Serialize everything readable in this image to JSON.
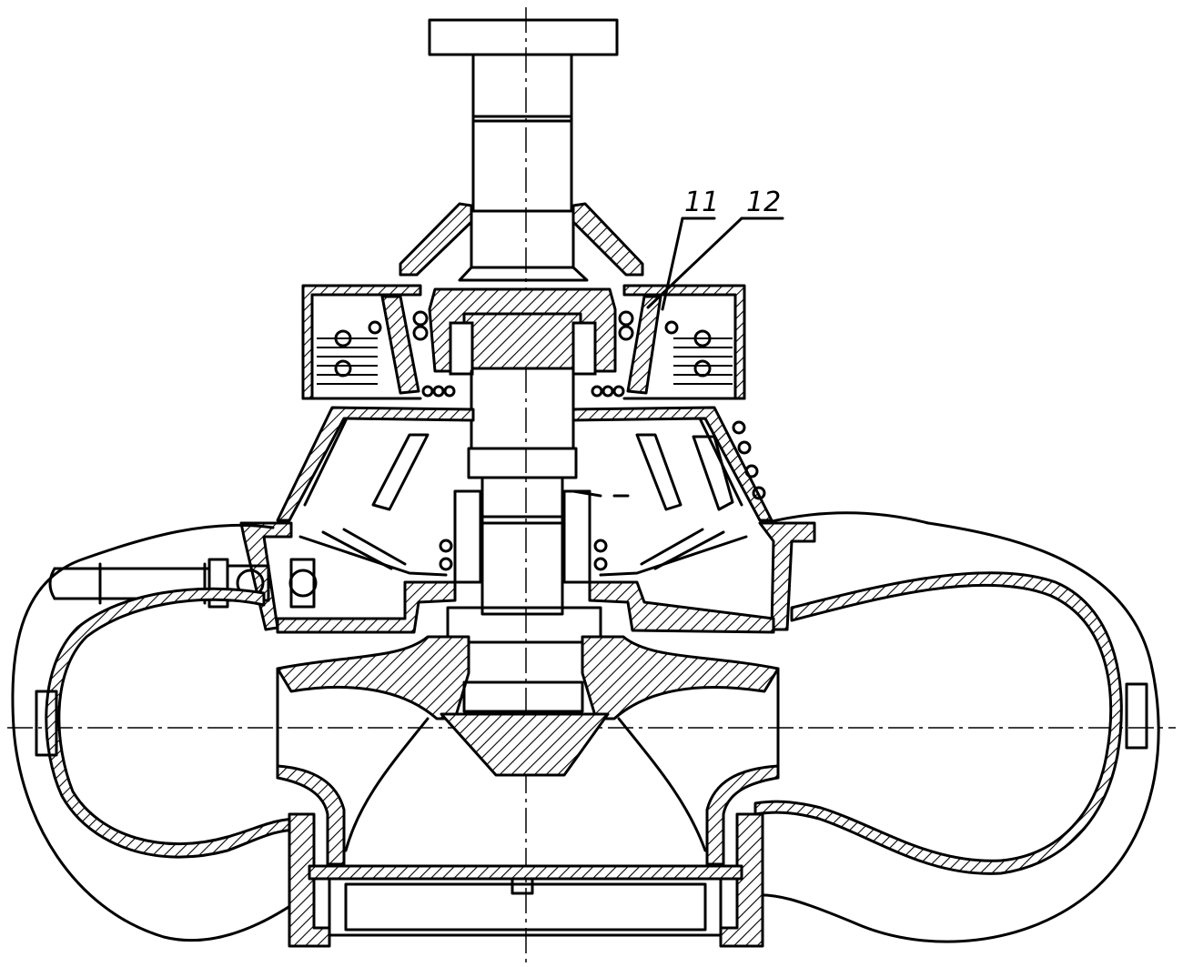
{
  "drawing": {
    "callouts": [
      {
        "id": "callout-11",
        "label": "11"
      },
      {
        "id": "callout-12",
        "label": "12"
      }
    ]
  }
}
